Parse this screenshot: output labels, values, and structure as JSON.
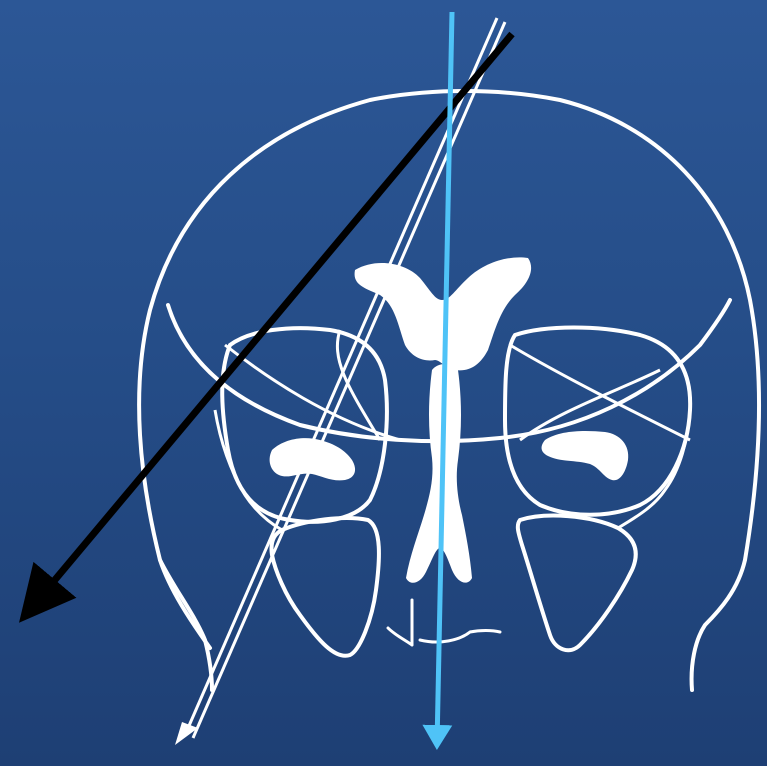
{
  "diagram": {
    "background_color": "#25508c",
    "outline_color": "#ffffff",
    "structures": [
      "skull-outline-icon",
      "orbit-icon",
      "maxillary-sinus-icon",
      "sphenoid-sinus-icon",
      "nasal-septum-icon",
      "nasal-cavity-icon"
    ],
    "arrows": [
      {
        "name": "black-arrow",
        "color": "#000000"
      },
      {
        "name": "white-arrow",
        "color": "#ffffff"
      },
      {
        "name": "blue-arrow",
        "color": "#4fc3f7"
      }
    ]
  }
}
